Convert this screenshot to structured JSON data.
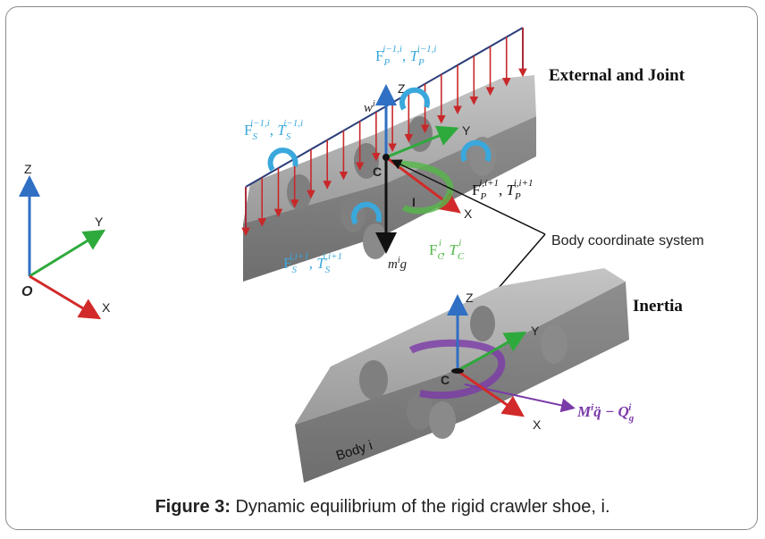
{
  "caption": {
    "label": "Figure 3:",
    "text": " Dynamic equilibrium of the rigid crawler shoe, i."
  },
  "headings": {
    "external_joint": "External and Joint",
    "inertia": "Inertia"
  },
  "global_frame": {
    "origin": "O",
    "x": "X",
    "y": "Y",
    "z": "Z"
  },
  "top_body": {
    "axis_x": "X",
    "axis_y": "Y",
    "axis_z": "Z",
    "center": "C",
    "inertia_point": "I",
    "load_label": "w",
    "load_sup": "i",
    "gravity_m": "m",
    "gravity_sup": "i",
    "gravity_g": "g",
    "fp_prev": {
      "F": "F",
      "Fsub": "P",
      "Fsup": "i−1,i",
      "T": "T",
      "Tsub": "P",
      "Tsup": "i−1,i"
    },
    "fs_prev": {
      "F": "F",
      "Fsub": "S",
      "Fsup": "i−1,i",
      "T": "T",
      "Tsub": "S",
      "Tsup": "i−1,i"
    },
    "fp_next": {
      "F": "F",
      "Fsub": "P",
      "Fsup": "i,i+1",
      "T": "T",
      "Tsub": "P",
      "Tsup": "i,i+1"
    },
    "fs_next": {
      "F": "F",
      "Fsub": "S",
      "Fsup": "i,i+1",
      "T": "T",
      "Tsub": "S",
      "Tsup": "i,i+1"
    },
    "contact": {
      "F": "F",
      "Fsub": "C",
      "Fsup": "i",
      "T": "T",
      "Tsub": "C",
      "Tsup": "i"
    }
  },
  "body_coordinate_label": "Body coordinate system",
  "bottom_body": {
    "axis_x": "X",
    "axis_y": "Y",
    "axis_z": "Z",
    "center": "C",
    "body_label": "Body i",
    "inertia_expr": {
      "M": "M",
      "Msup": "i",
      "q": "q̈",
      "minus": " − ",
      "Q": "Q",
      "Qsub": "g",
      "Qsup": "i"
    }
  },
  "colors": {
    "axis_x": "#d22a2a",
    "axis_y": "#2eaa3c",
    "axis_z": "#2f6fc4",
    "load_arrows": "#c8282a",
    "load_line": "#2a3e7a",
    "joint_blue": "#3aa8dc",
    "contact_green": "#55b84a",
    "inertia_purple": "#7a3aa8",
    "body_gray": "#9d9d9d"
  }
}
